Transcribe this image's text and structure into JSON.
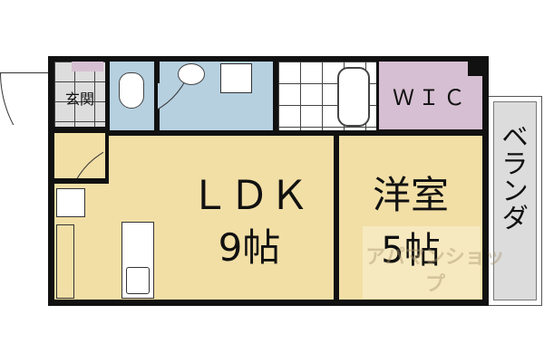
{
  "rooms": {
    "entrance": "玄関",
    "ldk_name": "ＬＤＫ",
    "ldk_size": "9帖",
    "western_name": "洋室",
    "western_size": "5帖",
    "wic": "ＷＩＣ",
    "veranda": "ベランダ"
  },
  "watermark": "アパマンショップ",
  "colors": {
    "living": "#f2dfa6",
    "wet": "#b6d0e0",
    "wic": "#d6bfd2",
    "veranda": "#dcdcdc",
    "wall": "#111111"
  }
}
